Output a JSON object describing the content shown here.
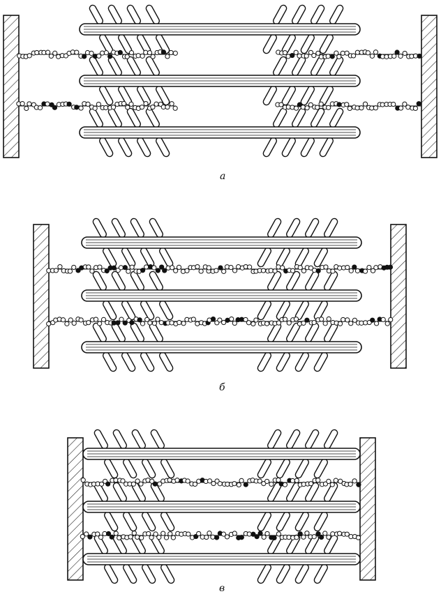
{
  "figure": {
    "panels": [
      {
        "id": "a",
        "label": "а"
      },
      {
        "id": "b",
        "label": "б"
      },
      {
        "id": "v",
        "label": "в"
      }
    ]
  }
}
